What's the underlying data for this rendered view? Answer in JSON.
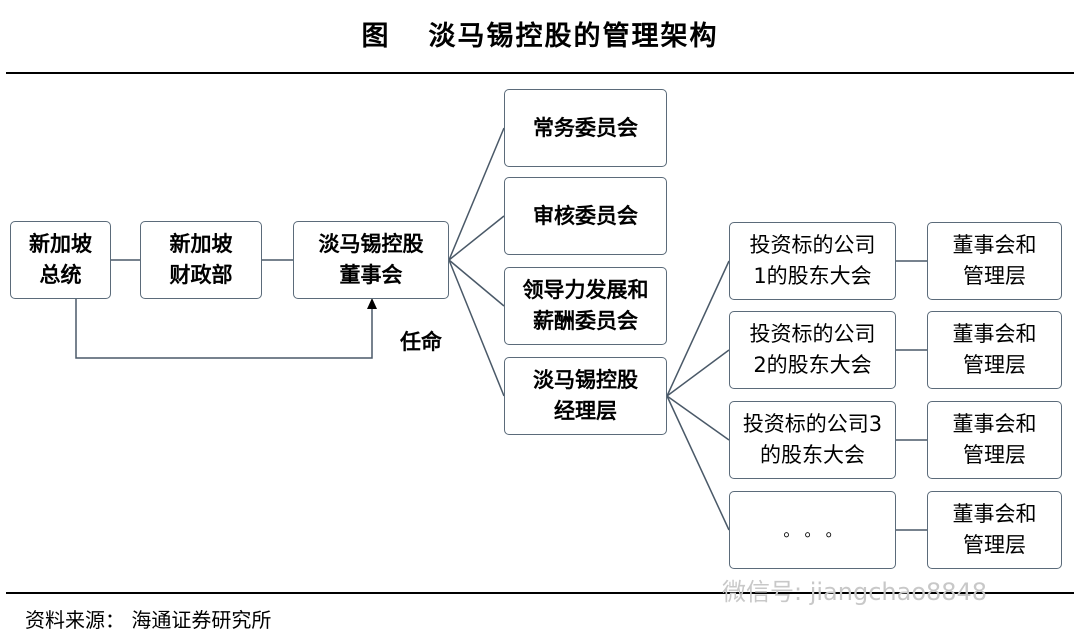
{
  "title": {
    "label": "图",
    "text": "淡马锡控股的管理架构"
  },
  "nodes": {
    "president": [
      "新加坡",
      "总统"
    ],
    "finance": [
      "新加坡",
      "财政部"
    ],
    "board": [
      "淡马锡控股",
      "董事会"
    ],
    "executive": [
      "常务委员会"
    ],
    "audit": [
      "审核委员会"
    ],
    "leadership": [
      "领导力发展和",
      "薪酬委员会"
    ],
    "management": [
      "淡马锡控股",
      "经理层"
    ],
    "shareholders_1": [
      "投资标的公司",
      "1的股东大会"
    ],
    "shareholders_2": [
      "投资标的公司",
      "2的股东大会"
    ],
    "shareholders_3": [
      "投资标的公司3",
      "的股东大会"
    ],
    "shareholders_more": [
      "。  。  。"
    ],
    "board_mgmt_1": [
      "董事会和",
      "管理层"
    ],
    "board_mgmt_2": [
      "董事会和",
      "管理层"
    ],
    "board_mgmt_3": [
      "董事会和",
      "管理层"
    ],
    "board_mgmt_4": [
      "董事会和",
      "管理层"
    ]
  },
  "appoint_label": "任命",
  "source": "资料来源： 海通证券研究所",
  "watermark": "微信号: jiangchao8848"
}
